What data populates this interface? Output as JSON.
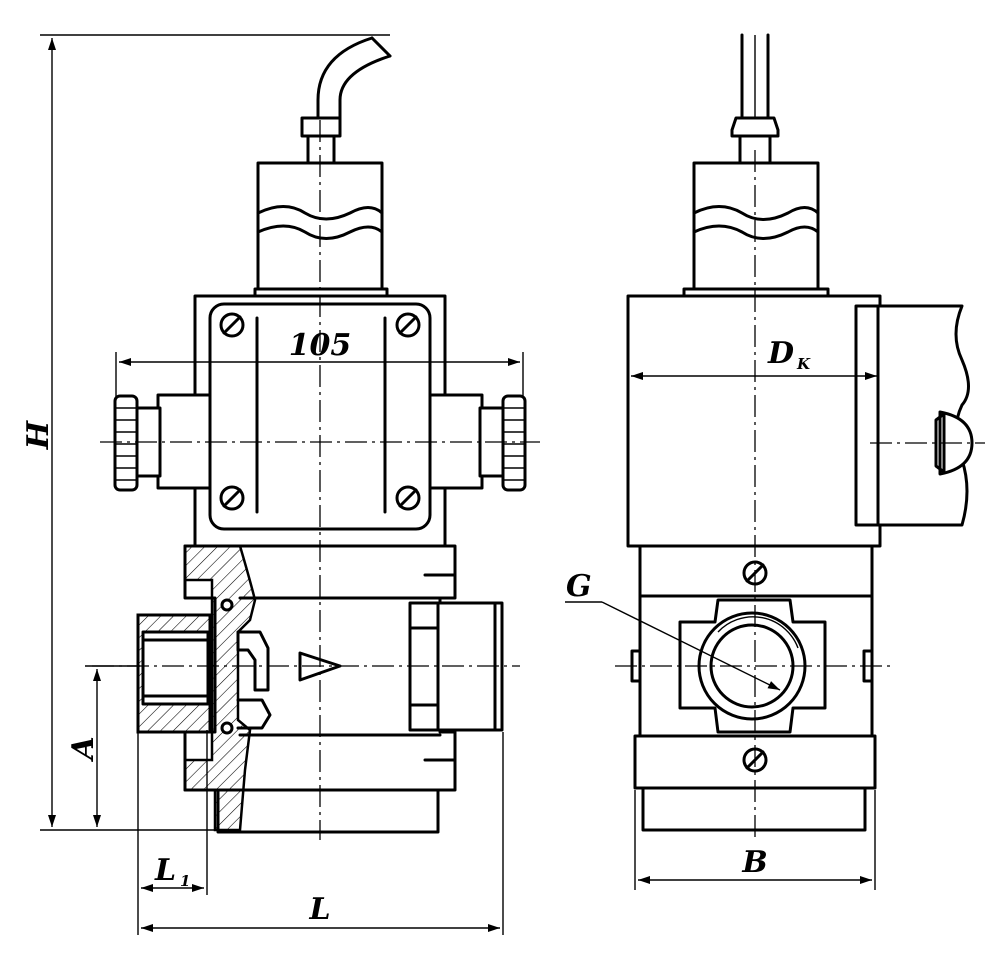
{
  "labels": {
    "width_105": "105",
    "height": "H",
    "inlet_height": "A",
    "length": "L",
    "thread_length": "L",
    "thread_length_sub": "1",
    "thread": "G",
    "coil_diameter": "D",
    "coil_diameter_sub": "K",
    "width": "B"
  }
}
